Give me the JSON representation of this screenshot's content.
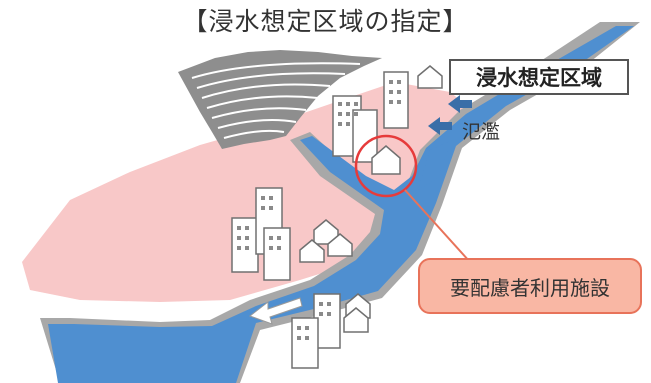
{
  "header": {
    "title": "【浸水想定区域の指定】"
  },
  "labels": {
    "inundation_zone": "浸水想定区域",
    "flooding": "氾濫",
    "facility": "要配慮者利用施設"
  },
  "colors": {
    "zone_fill": "#f8c8c8",
    "river": "#4f8fd0",
    "river_edge": "#9a9a9a",
    "mountain": "#8a8a8a",
    "callout_fill": "#f9b7a4",
    "callout_border": "#e8735a",
    "highlight_circle": "#e63b3b"
  },
  "icons": [
    "building-icon",
    "house-icon",
    "arrow-icon",
    "mountain-icon",
    "river-icon"
  ]
}
